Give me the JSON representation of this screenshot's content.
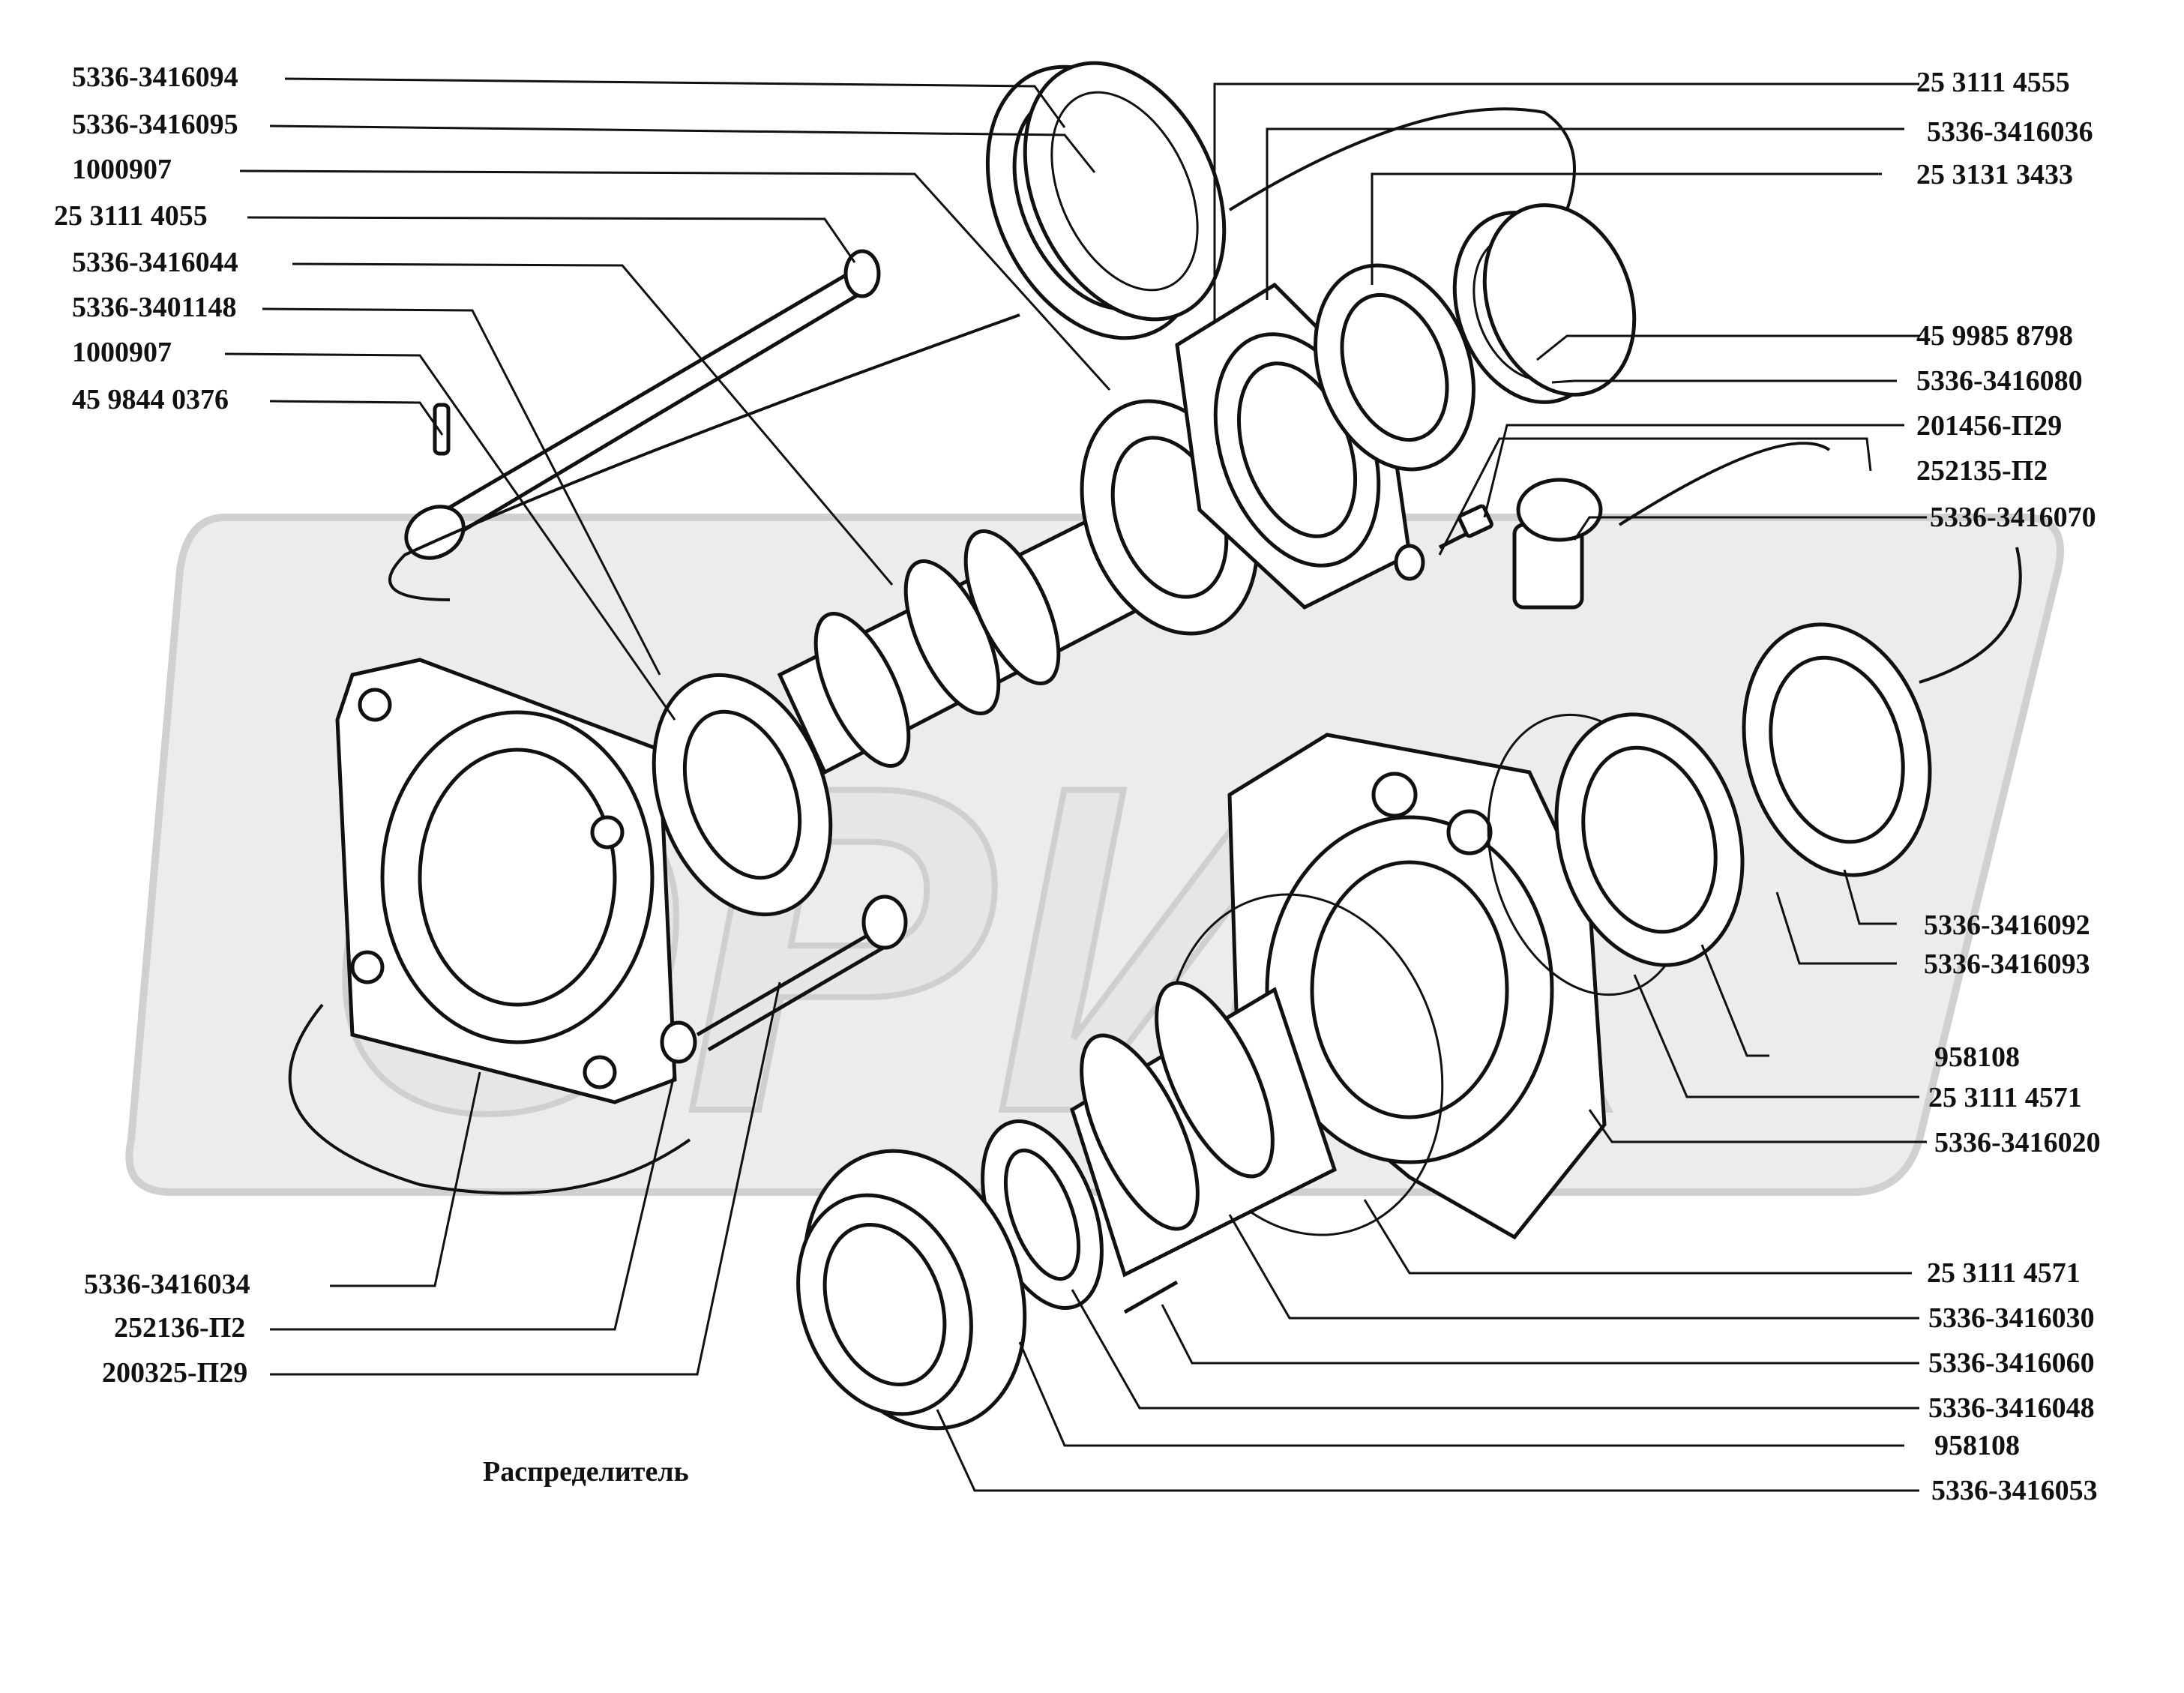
{
  "caption": "Распределитель",
  "watermark": "ОРИХ",
  "labels_left": [
    "5336-3416094",
    "5336-3416095",
    "1000907",
    "25 3111 4055",
    "5336-3416044",
    "5336-3401148",
    "1000907",
    "45 9844 0376"
  ],
  "labels_left_bottom": [
    "5336-3416034",
    "252136-П2",
    "200325-П29"
  ],
  "labels_right": [
    "25 3111 4555",
    "5336-3416036",
    "25 3131 3433",
    "45 9985 8798",
    "5336-3416080",
    "201456-П29",
    "252135-П2",
    "5336-3416070",
    "5336-3416092",
    "5336-3416093",
    "958108",
    "25 3111 4571",
    "5336-3416020",
    "25 3111 4571",
    "5336-3416030",
    "5336-3416060",
    "5336-3416048",
    "958108",
    "5336-3416053"
  ]
}
